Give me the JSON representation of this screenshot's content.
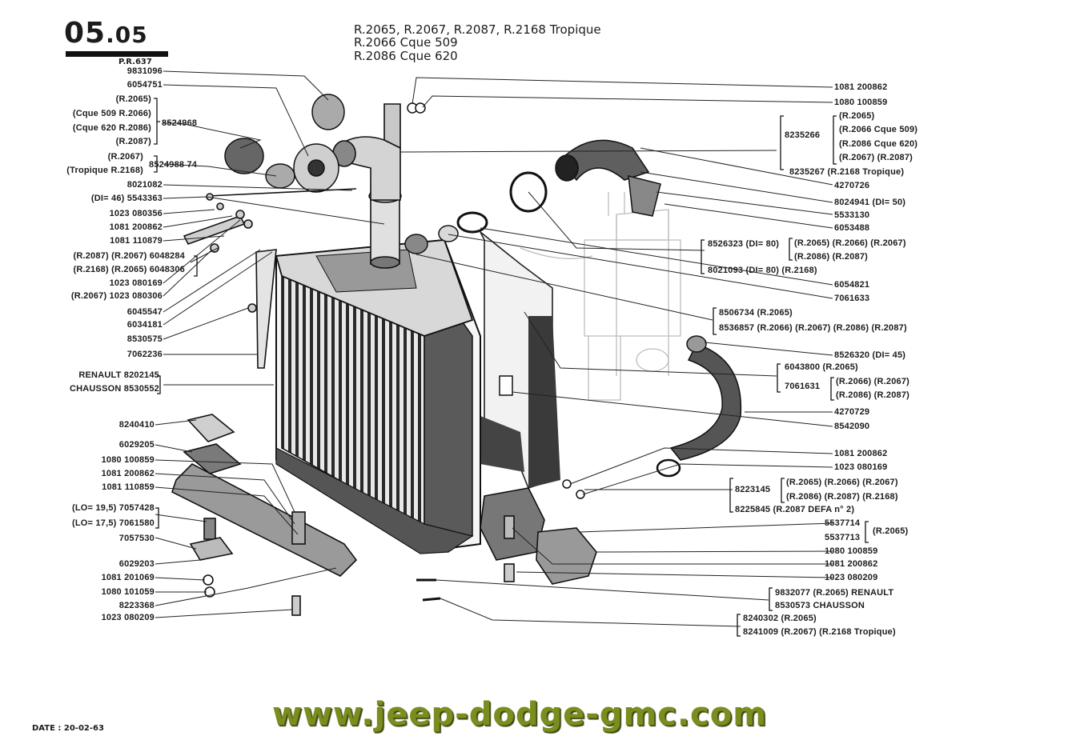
{
  "header": {
    "sheet_major": "05",
    "sheet_minor": ".05",
    "plate_ref": "P.R.637",
    "line1": "R.2065, R.2067, R.2087, R.2168 Tropique",
    "line2": "R.2066 Cque 509",
    "line3": "R.2086 Cque 620"
  },
  "footer": {
    "date": "DATE : 20-02-63",
    "website": "www.jeep-dodge-gmc.com"
  },
  "left_labels": [
    "9831096",
    "6054751",
    "(R.2065)",
    "(Cque 509 R.2066)",
    "8524968",
    "(Cque 620 R.2086)",
    "(R.2087)",
    "(R.2067)",
    "(Tropique R.2168)",
    "8524988 74",
    "8021082",
    "(DI= 46) 5543363",
    "1023 080356",
    "1081 200862",
    "1081 110879",
    "(R.2087) (R.2067) 6048284",
    "(R.2168) (R.2065) 6048306",
    "1023 080169",
    "(R.2067) 1023 080306",
    "6045547",
    "6034181",
    "8530575",
    "7062236",
    "RENAULT 8202145",
    "CHAUSSON 8530552",
    "8240410",
    "6029205",
    "1080 100859",
    "1081 200862",
    "1081 110859",
    "(LO= 19,5) 7057428",
    "(LO= 17,5) 7061580",
    "7057530",
    "6029203",
    "1081 201069",
    "1080 101059",
    "8223368",
    "1023 080209"
  ],
  "right_labels": [
    "1081 200862",
    "1080 100859",
    "(R.2065)",
    "8235266",
    "(R.2066 Cque 509)",
    "(R.2086 Cque 620)",
    "(R.2067) (R.2087)",
    "8235267 (R.2168 Tropique)",
    "4270726",
    "8024941 (DI= 50)",
    "5533130",
    "6053488",
    "8526323 (DI= 80)",
    "(R.2065) (R.2066) (R.2067)",
    "(R.2086) (R.2087)",
    "8021093 (DI= 80) (R.2168)",
    "6054821",
    "7061633",
    "8506734 (R.2065)",
    "8536857 (R.2066) (R.2067) (R.2086) (R.2087)",
    "8526320 (DI= 45)",
    "6043800 (R.2065)",
    "7061631",
    "(R.2066) (R.2067)",
    "(R.2086) (R.2087)",
    "4270729",
    "8542090",
    "1081 200862",
    "1023 080169",
    "8223145",
    "(R.2065) (R.2066) (R.2067)",
    "(R.2086) (R.2087) (R.2168)",
    "8225845 (R.2087 DEFA n° 2)",
    "5537714",
    "(R.2065)",
    "5537713",
    "1080 100859",
    "1081 200862",
    "1023 080209",
    "9832077 (R.2065) RENAULT",
    "8530573 CHAUSSON",
    "8240302 (R.2065)",
    "8241009 (R.2067) (R.2168 Tropique)"
  ]
}
